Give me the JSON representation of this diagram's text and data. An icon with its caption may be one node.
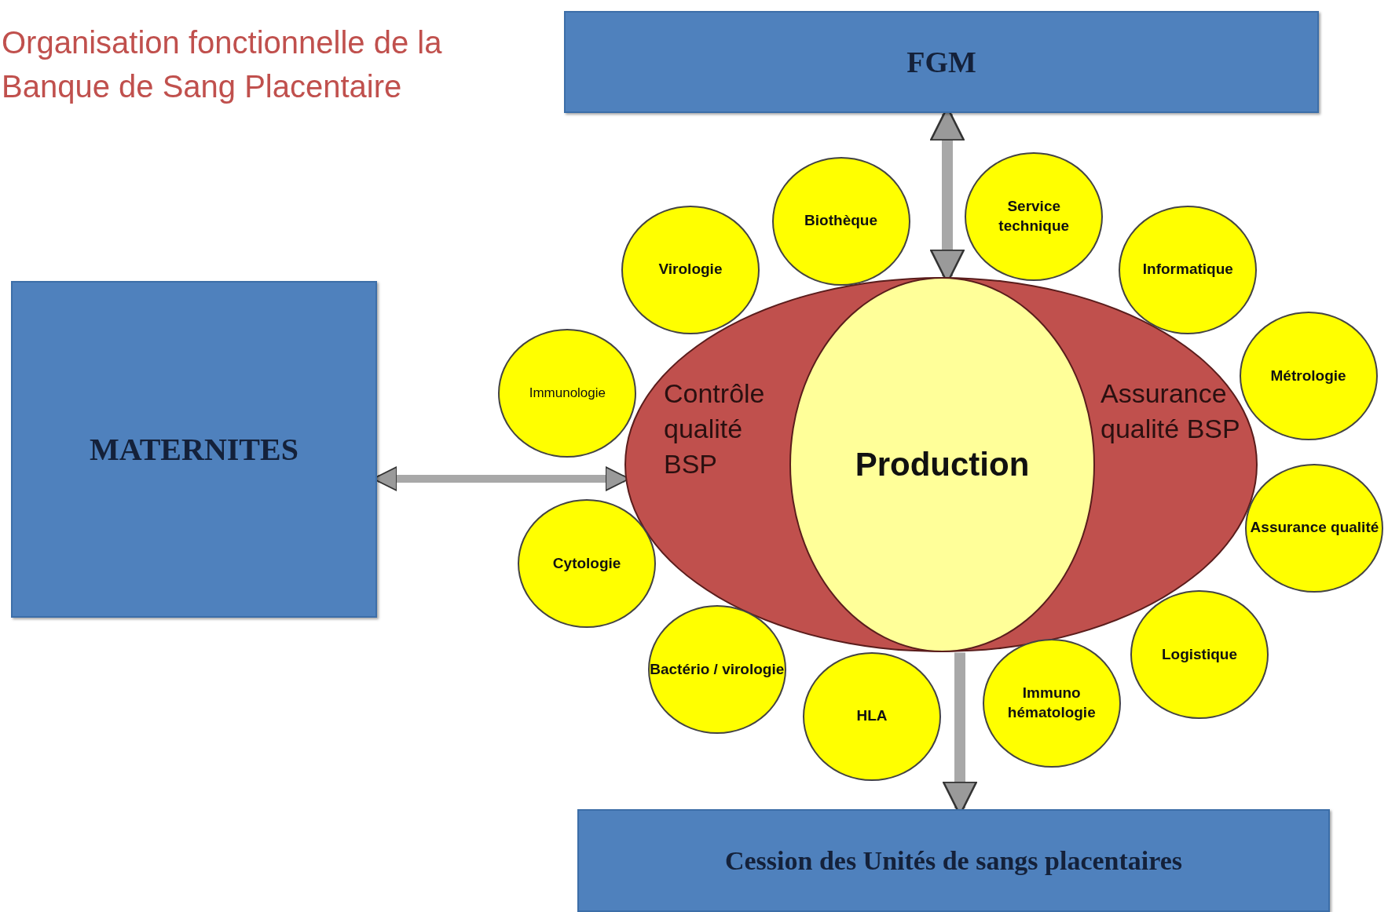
{
  "diagram": {
    "title": "Organisation fonctionnelle de la Banque de Sang Placentaire",
    "nodes": [
      {
        "text": [
          "FGM"
        ]
      },
      {
        "text": [
          "MATERNITES"
        ]
      },
      {
        "text": [
          "Contrôle qualité BSP",
          "Assurance qualité BSP"
        ]
      },
      {
        "text": [
          "Production"
        ],
        "in": 2
      },
      {
        "text": [
          "Biothèque"
        ]
      },
      {
        "text": [
          "Service technique"
        ]
      },
      {
        "text": [
          "Virologie"
        ]
      },
      {
        "text": [
          "Informatique"
        ]
      },
      {
        "text": [
          "Métrologie"
        ]
      },
      {
        "text": [
          "Immunologie"
        ]
      },
      {
        "text": [
          "Assurance qualité"
        ]
      },
      {
        "text": [
          "Cytologie"
        ]
      },
      {
        "text": [
          "Logistique"
        ]
      },
      {
        "text": [
          "Bactério / virologie"
        ]
      },
      {
        "text": [
          "Immuno hématologie"
        ]
      },
      {
        "text": [
          "HLA"
        ]
      },
      {
        "text": [
          "Cession des Unités de sangs placentaires"
        ]
      }
    ],
    "edges": [
      {
        "from": 0,
        "to": 2,
        "arrow": "both"
      },
      {
        "from": 1,
        "to": 2,
        "arrow": "both"
      },
      {
        "from": 2,
        "to": 16,
        "arrow": "to"
      }
    ]
  }
}
